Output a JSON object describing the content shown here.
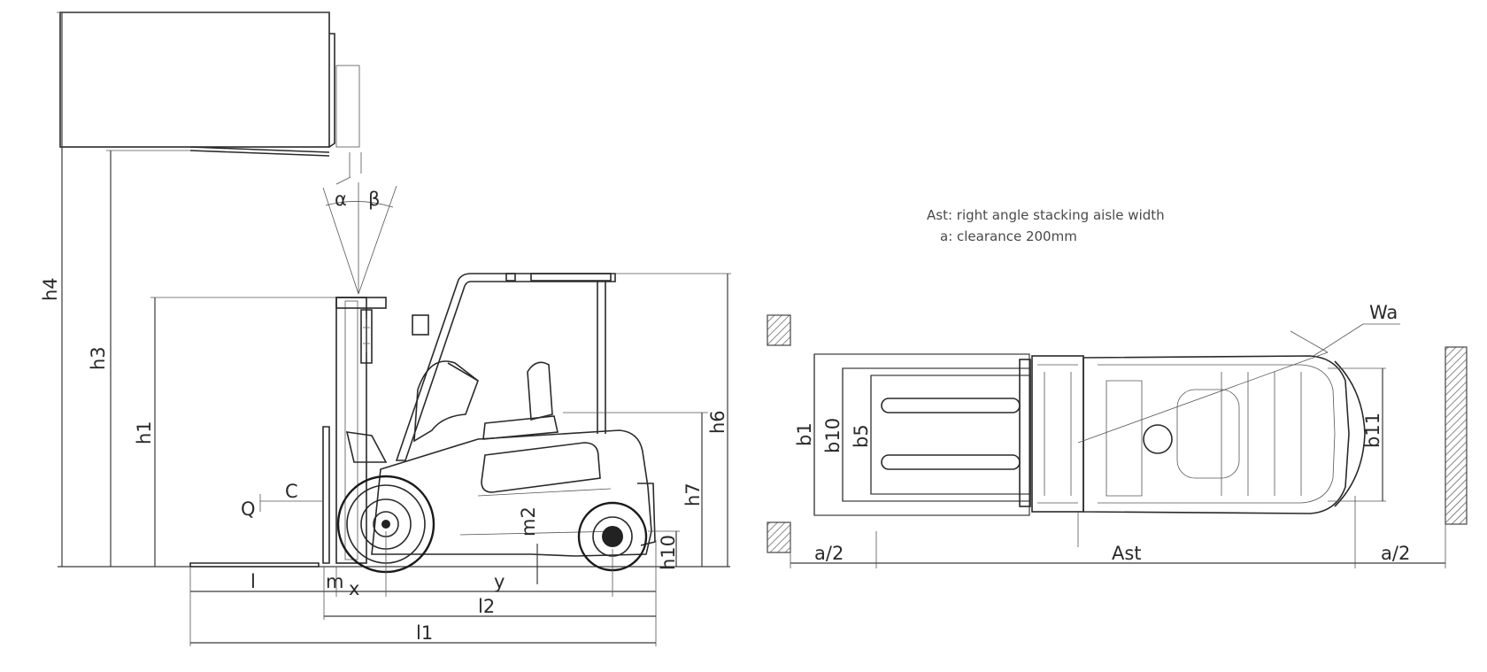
{
  "side_view": {
    "labels": {
      "h4": "h4",
      "h3": "h3",
      "h1": "h1",
      "h6": "h6",
      "h7": "h7",
      "h10": "h10",
      "m2": "m2",
      "m1": "m",
      "Q": "Q",
      "C": "C",
      "alpha": "α",
      "beta": "β",
      "l": "l",
      "x": "x",
      "y": "y",
      "l2": "l2",
      "l1": "l1"
    }
  },
  "top_view": {
    "notes": {
      "line1": "Ast: right angle stacking aisle width",
      "line2": "a: clearance  200mm"
    },
    "labels": {
      "b1": "b1",
      "b10": "b10",
      "b5": "b5",
      "b11": "b11",
      "Wa": "Wa",
      "a_left": "a/2",
      "Ast": "Ast",
      "a_right": "a/2"
    }
  }
}
